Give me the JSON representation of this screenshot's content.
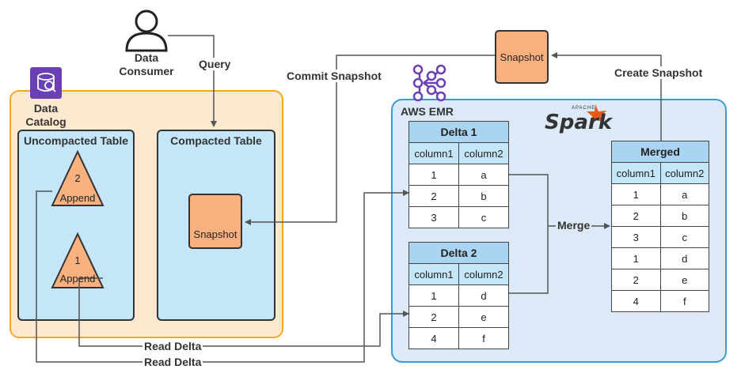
{
  "consumer": {
    "label_line1": "Data",
    "label_line2": "Consumer"
  },
  "catalog": {
    "label_line1": "Data",
    "label_line2": "Catalog"
  },
  "uncompacted": {
    "title": "Uncompacted Table",
    "append_top": {
      "number": "2",
      "label": "Append"
    },
    "append_bottom": {
      "number": "1",
      "label": "Append"
    }
  },
  "compacted": {
    "title": "Compacted Table",
    "snapshot_label": "Snapshot"
  },
  "top_snapshot": {
    "label": "Snapshot"
  },
  "emr": {
    "title": "AWS EMR",
    "spark_small": "APACHE",
    "spark_word": "Spark"
  },
  "flows": {
    "query": "Query",
    "commit_snapshot": "Commit Snapshot",
    "create_snapshot": "Create Snapshot",
    "merge": "Merge",
    "read_delta_1": "Read Delta",
    "read_delta_2": "Read Delta"
  },
  "delta1": {
    "title": "Delta 1",
    "columns": [
      "column1",
      "column2"
    ],
    "rows": [
      [
        "1",
        "a"
      ],
      [
        "2",
        "b"
      ],
      [
        "3",
        "c"
      ]
    ]
  },
  "delta2": {
    "title": "Delta 2",
    "columns": [
      "column1",
      "column2"
    ],
    "rows": [
      [
        "1",
        "d"
      ],
      [
        "2",
        "e"
      ],
      [
        "4",
        "f"
      ]
    ]
  },
  "merged": {
    "title": "Merged",
    "columns": [
      "column1",
      "column2"
    ],
    "rows": [
      [
        "1",
        "a"
      ],
      [
        "2",
        "b"
      ],
      [
        "3",
        "c"
      ],
      [
        "1",
        "d"
      ],
      [
        "2",
        "e"
      ],
      [
        "4",
        "f"
      ]
    ]
  },
  "colors": {
    "catalog_fill": "#fde9cf",
    "catalog_border": "#f5a623",
    "emr_fill": "#dbeaf6",
    "emr_border": "#3b9ad6",
    "snapshot_fill": "#fbb07f",
    "table_header": "#a9d4f2",
    "glue_icon": "#6b3fb6",
    "spark_orange": "#e25a1c"
  },
  "icons": [
    "user-icon",
    "glue-catalog-icon",
    "emr-icon",
    "spark-logo"
  ]
}
